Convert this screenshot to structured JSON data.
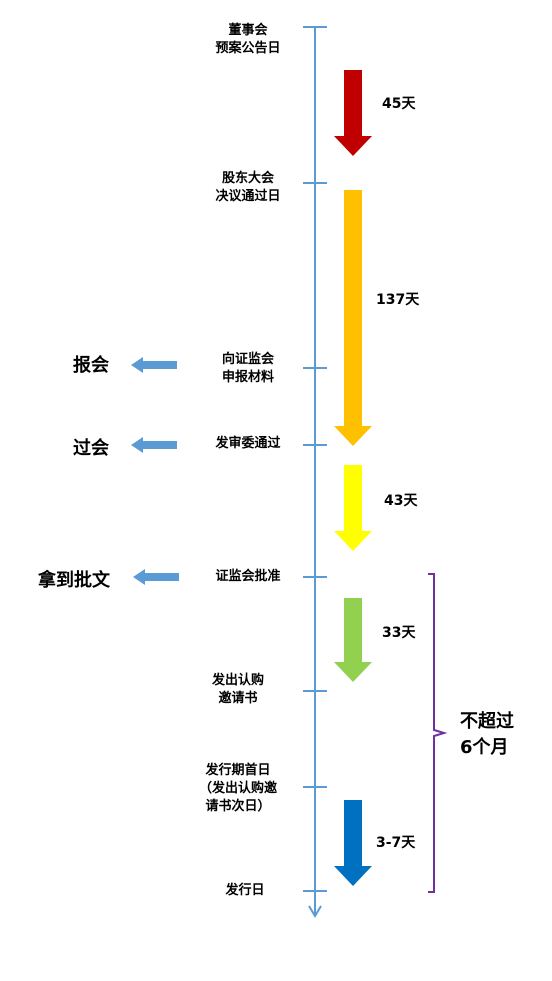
{
  "colors": {
    "axis": "#5b9bd5",
    "brace": "#7030a0",
    "side_arrow": "#5b9bd5",
    "d1": "#c00000",
    "d2": "#ffc000",
    "d3": "#ffff00",
    "d4": "#92d050",
    "d5": "#0070c0"
  },
  "nodes": {
    "n1": {
      "line1": "董事会",
      "line2": "预案公告日"
    },
    "n2": {
      "line1": "股东大会",
      "line2": "决议通过日"
    },
    "n3": {
      "line1": "向证监会",
      "line2": "申报材料"
    },
    "n4": {
      "line1": "发审委通过"
    },
    "n5": {
      "line1": "证监会批准"
    },
    "n6": {
      "line1": "发出认购",
      "line2": "邀请书"
    },
    "n7": {
      "line1": "发行期首日",
      "line2": "（发出认购邀",
      "line3": "请书次日）"
    },
    "n8": {
      "line1": "发行日"
    }
  },
  "durations": {
    "d1": "45天",
    "d2": "137天",
    "d3": "43天",
    "d4": "33天",
    "d5": "3-7天"
  },
  "stages": {
    "s1": "报会",
    "s2": "过会",
    "s3": "拿到批文"
  },
  "note": {
    "line1": "不超过",
    "line2": "6个月"
  },
  "icons": {
    "side_arrow": "left-arrow-icon",
    "duration_arrow": "down-arrow-icon"
  }
}
